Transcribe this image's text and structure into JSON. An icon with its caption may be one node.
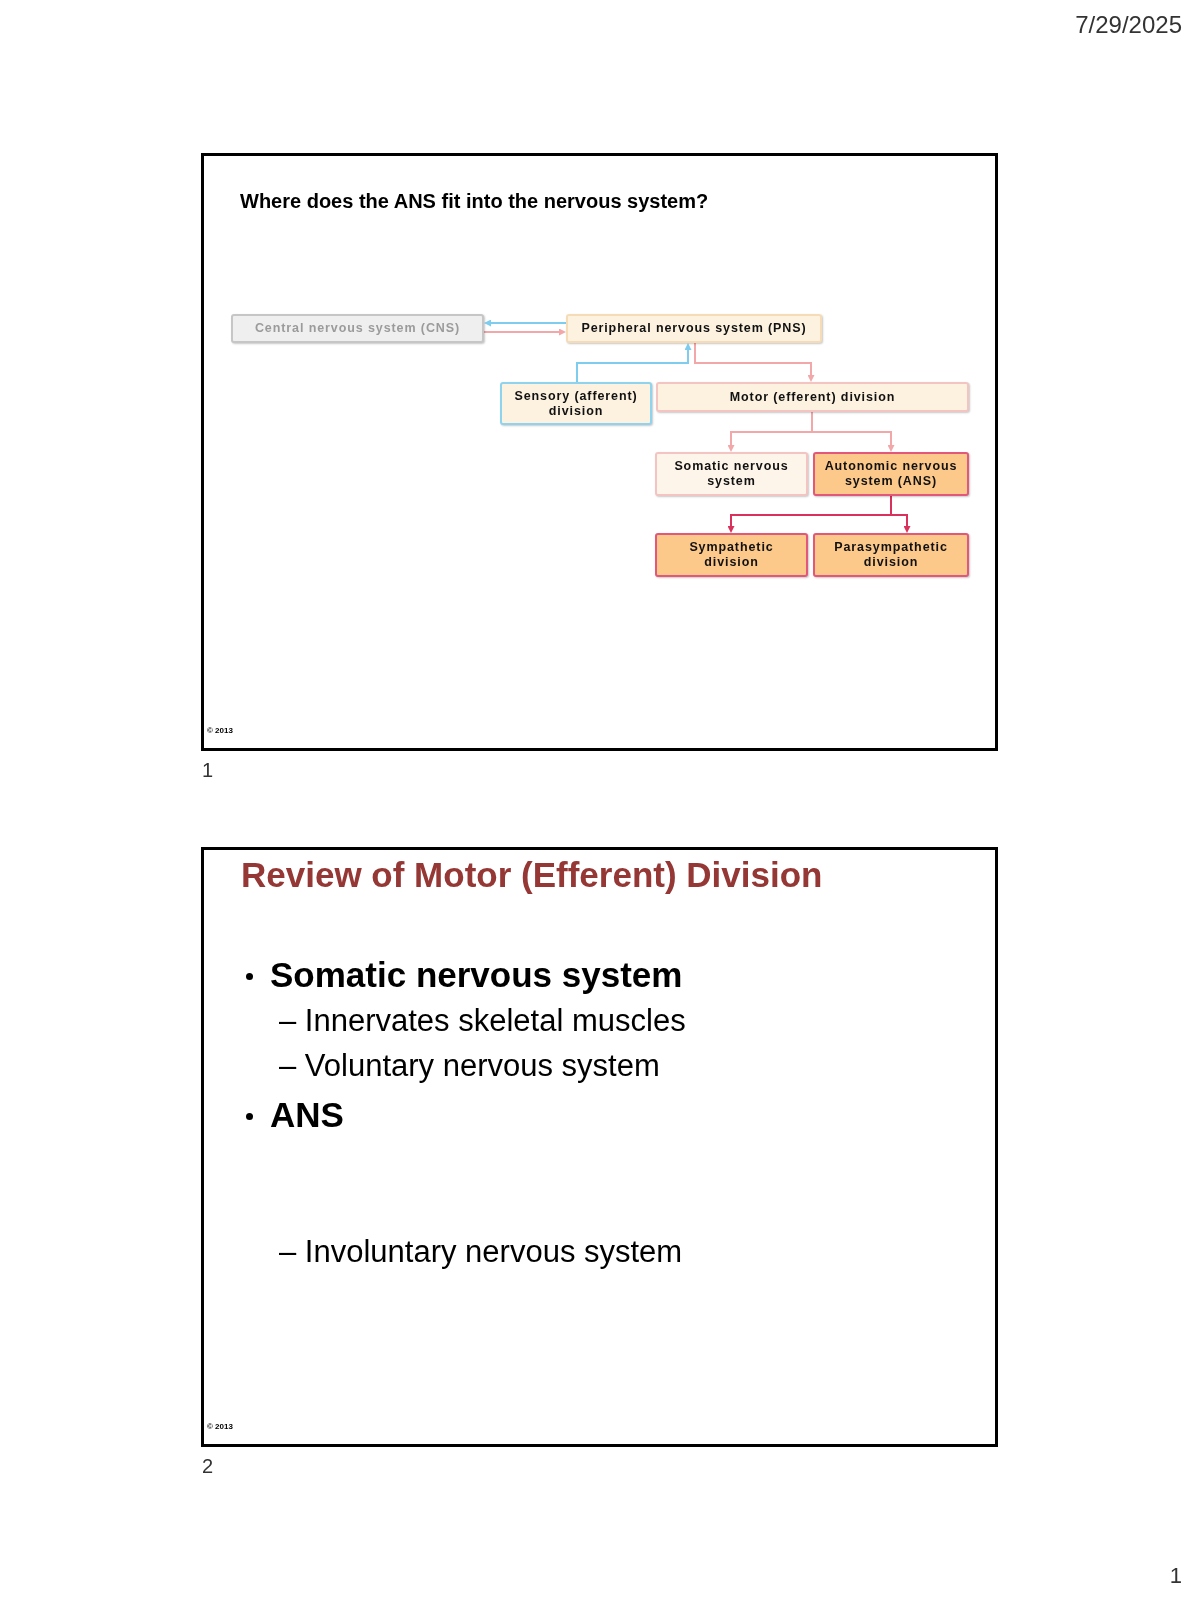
{
  "diagram": {
    "nodes": [
      {
        "text": [
          "Where does the ANS fit into the nervous system?",
          "© 2013"
        ],
        "beside": [
          "1"
        ]
      },
      {
        "text": [
          "Central nervous system (CNS)"
        ],
        "in": 0
      },
      {
        "text": [
          "Peripheral nervous system (PNS)"
        ],
        "in": 0
      },
      {
        "text": [
          "Sensory (afferent) division"
        ],
        "in": 0
      },
      {
        "text": [
          "Motor (efferent) division"
        ],
        "in": 0
      },
      {
        "text": [
          "Somatic nervous system"
        ],
        "in": 0
      },
      {
        "text": [
          "Autonomic nervous system (ANS)"
        ],
        "in": 0
      },
      {
        "text": [
          "Sympathetic division"
        ],
        "in": 0
      },
      {
        "text": [
          "Parasympathetic division"
        ],
        "in": 0
      },
      {
        "text": [
          "Review of Motor (Efferent) Division",
          "Somatic nervous system",
          "– Innervates skeletal muscles",
          "– Voluntary nervous system",
          "ANS",
          "– Involuntary nervous system",
          "© 2013"
        ],
        "beside": [
          "2"
        ]
      }
    ],
    "edges": [
      {
        "from": 2,
        "to": 1,
        "arrow": "to",
        "color": "#7fcdee"
      },
      {
        "from": 1,
        "to": 2,
        "arrow": "to"
      },
      {
        "from": 3,
        "to": 2,
        "arrow": "to",
        "color": "#7fcdee"
      },
      {
        "from": 2,
        "to": 4,
        "arrow": "to"
      },
      {
        "from": 4,
        "to": 5,
        "arrow": "to"
      },
      {
        "from": 4,
        "to": 6,
        "arrow": "to"
      },
      {
        "from": 6,
        "to": 7,
        "arrow": "to",
        "color": "#d9305c"
      },
      {
        "from": 6,
        "to": 8,
        "arrow": "to",
        "color": "#d9305c"
      }
    ],
    "labels": [
      "7/29/2025",
      "1"
    ]
  }
}
